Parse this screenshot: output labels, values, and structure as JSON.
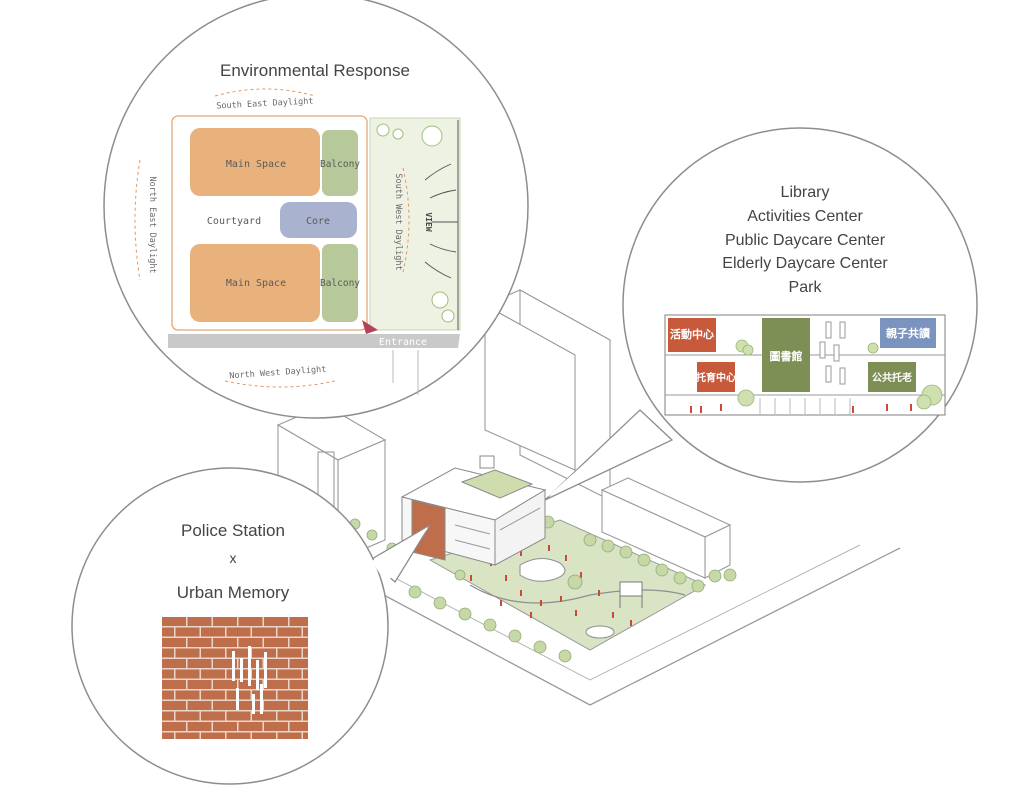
{
  "environmental": {
    "title": "Environmental Response",
    "south_east": "South East Daylight",
    "north_east": "North East Daylight",
    "south_west": "South West Daylight",
    "north_west": "North West Daylight",
    "view": "VIEW",
    "main_space_1": "Main Space",
    "main_space_2": "Main Space",
    "balcony_1": "Balcony",
    "balcony_2": "Balcony",
    "courtyard": "Courtyard",
    "core": "Core",
    "entrance": "Entrance"
  },
  "programs": {
    "items": [
      "Library",
      "Activities Center",
      "Public Daycare Center",
      "Elderly Daycare Center",
      "Park"
    ],
    "signs": {
      "activity": "活動中心",
      "library": "圖書館",
      "parent_child": "親子共讀",
      "daycare": "托育中心",
      "elderly": "公共托老"
    }
  },
  "police": {
    "line1": "Police Station",
    "line2": "x",
    "line3": "Urban Memory"
  },
  "colors": {
    "main_space": "#e9b27c",
    "balcony": "#b7c99a",
    "core": "#a9b3cf",
    "brick": "#bf6e4b",
    "outline": "#8b8b8b",
    "sign_red": "#c85a3c",
    "sign_green": "#7d8f55",
    "sign_blue": "#7b93bf"
  }
}
